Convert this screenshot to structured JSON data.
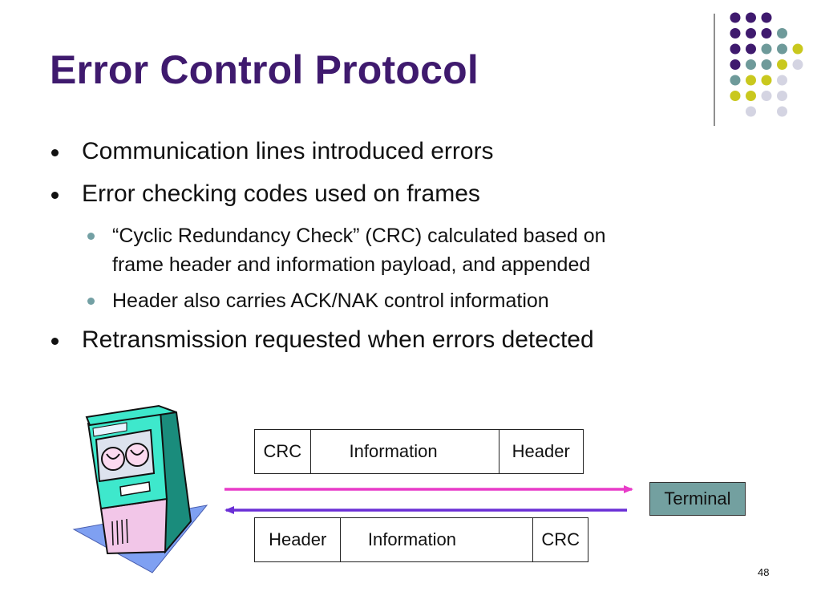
{
  "slide": {
    "title": "Error Control Protocol",
    "page_number": "48"
  },
  "bullets": [
    {
      "text": "Communication lines introduced errors"
    },
    {
      "text": "Error checking codes used on frames"
    },
    {
      "text": "“Cyclic Redundancy Check” (CRC) calculated based on"
    },
    {
      "text": "frame header and information payload, and appended"
    },
    {
      "text": "Header also carries ACK/NAK control information"
    },
    {
      "text": "Retransmission requested when errors detected"
    }
  ],
  "diagram": {
    "frame_top": {
      "crc": "CRC",
      "information": "Information",
      "header": "Header"
    },
    "frame_bottom": {
      "header": "Header",
      "information": "Information",
      "crc": "CRC"
    },
    "terminal_label": "Terminal",
    "computer_icon": "mainframe-computer-icon",
    "arrow_right_color": "#e83cc8",
    "arrow_left_color": "#6a2fd6"
  },
  "colors": {
    "title": "#3f1a6e",
    "dot_purple": "#3f1a6e",
    "dot_teal": "#6e9a9a",
    "dot_yellow": "#c9c81e",
    "dot_lavender": "#d4d4e2",
    "terminal_fill": "#73a0a0"
  }
}
